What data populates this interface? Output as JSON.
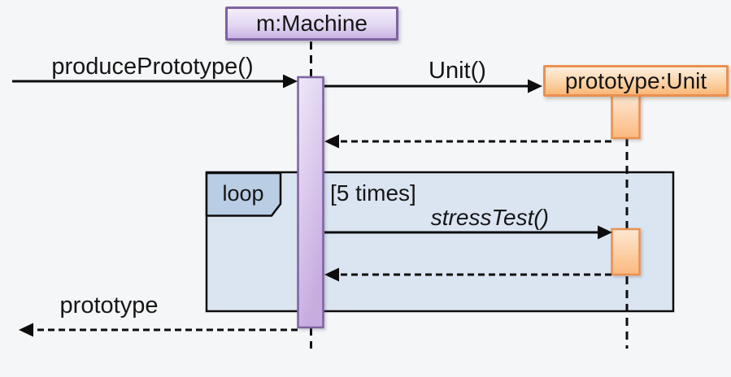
{
  "diagram": {
    "type": "uml-sequence-diagram",
    "participants": [
      {
        "label": "m:Machine",
        "accent": "#7e62a1"
      },
      {
        "label": "prototype:Unit",
        "accent": "#ea9050"
      }
    ],
    "fragment": {
      "operator": "loop",
      "guard": "[5 times]"
    },
    "messages": [
      {
        "label": "producePrototype()",
        "from": "environment",
        "to": "m:Machine",
        "line": "solid"
      },
      {
        "label": "Unit()",
        "from": "m:Machine",
        "to": "prototype:Unit",
        "line": "solid"
      },
      {
        "label": "",
        "from": "prototype:Unit",
        "to": "m:Machine",
        "line": "dashed"
      },
      {
        "label": "stressTest()",
        "from": "m:Machine",
        "to": "prototype:Unit",
        "line": "solid",
        "fragment": "loop"
      },
      {
        "label": "",
        "from": "prototype:Unit",
        "to": "m:Machine",
        "line": "dashed",
        "fragment": "loop"
      },
      {
        "label": "prototype",
        "from": "m:Machine",
        "to": "environment",
        "line": "dashed"
      }
    ],
    "colors": {
      "background": "#f5f6f8",
      "machine_fill_top": "#f3eefb",
      "machine_fill_bottom": "#c9b3e3",
      "machine_border": "#7e62a1",
      "unit_fill_top": "#fdeedd",
      "unit_fill_bottom": "#f9b877",
      "unit_border": "#ea9050",
      "frame_fill": "#dbe5f1",
      "frame_tab_fill": "#b9cde4",
      "line": "#0d0d0d"
    }
  }
}
